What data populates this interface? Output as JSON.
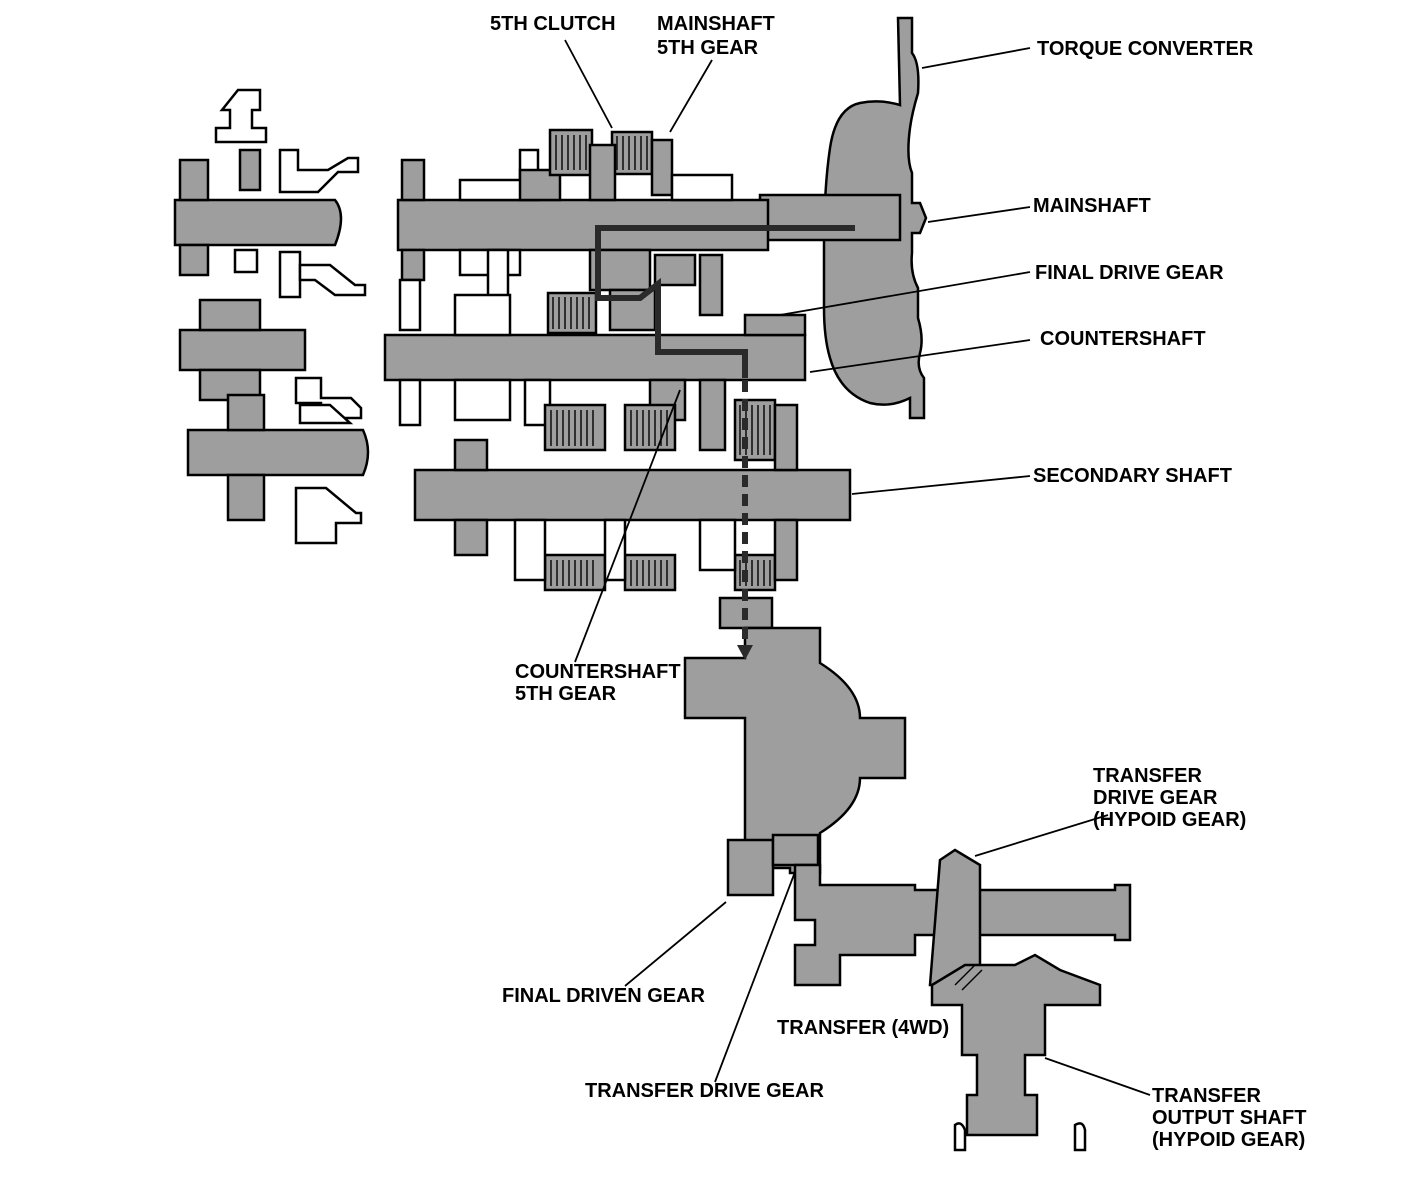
{
  "labels": {
    "fifth_clutch": "5TH CLUTCH",
    "mainshaft_5th_gear_1": "MAINSHAFT",
    "mainshaft_5th_gear_2": "5TH GEAR",
    "torque_converter": "TORQUE CONVERTER",
    "mainshaft": "MAINSHAFT",
    "final_drive_gear": "FINAL DRIVE GEAR",
    "countershaft": "COUNTERSHAFT",
    "secondary_shaft": "SECONDARY SHAFT",
    "countershaft_5th_gear_1": "COUNTERSHAFT",
    "countershaft_5th_gear_2": "5TH GEAR",
    "transfer_drive_gear_hypoid_1": "TRANSFER",
    "transfer_drive_gear_hypoid_2": "DRIVE GEAR",
    "transfer_drive_gear_hypoid_3": "(HYPOID GEAR)",
    "final_driven_gear": "FINAL DRIVEN GEAR",
    "transfer_4wd": "TRANSFER (4WD)",
    "transfer_drive_gear": "TRANSFER DRIVE GEAR",
    "transfer_output_shaft_1": "TRANSFER",
    "transfer_output_shaft_2": "OUTPUT SHAFT",
    "transfer_output_shaft_3": "(HYPOID GEAR)"
  },
  "colors": {
    "part_fill": "#9e9e9e",
    "outline": "#000000",
    "power_flow": "#2a2a2a",
    "background": "#ffffff"
  }
}
